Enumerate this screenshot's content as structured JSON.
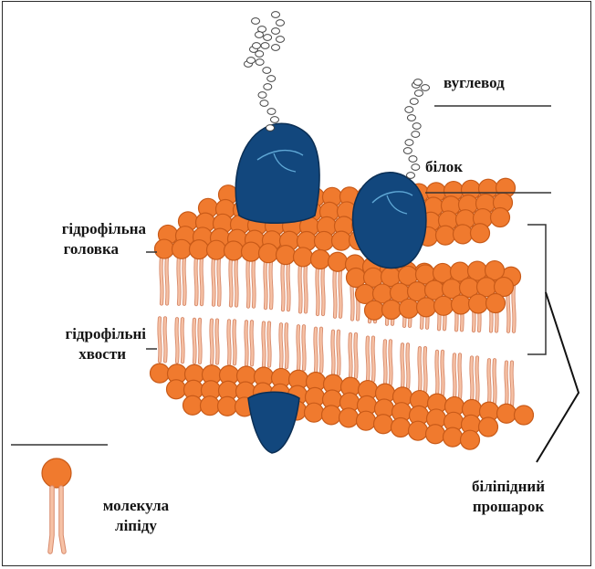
{
  "labels": {
    "carbohydrate": "вуглевод",
    "protein": "білок",
    "head_line1": "гідрофільна",
    "head_line2": "головка",
    "tails_line1": "гідрофільні",
    "tails_line2": "хвости",
    "lipid_line1": "молекула",
    "lipid_line2": "ліпіду",
    "bilayer_line1": "біліпідний",
    "bilayer_line2": "прошарок"
  },
  "colors": {
    "lipid_head": "#F07A2E",
    "lipid_head_dark": "#C85A18",
    "lipid_tail": "#F6C2A6",
    "lipid_tail_edge": "#D7896A",
    "protein": "#12477D",
    "protein_highlight": "#5FA8D6",
    "line": "#333333"
  }
}
